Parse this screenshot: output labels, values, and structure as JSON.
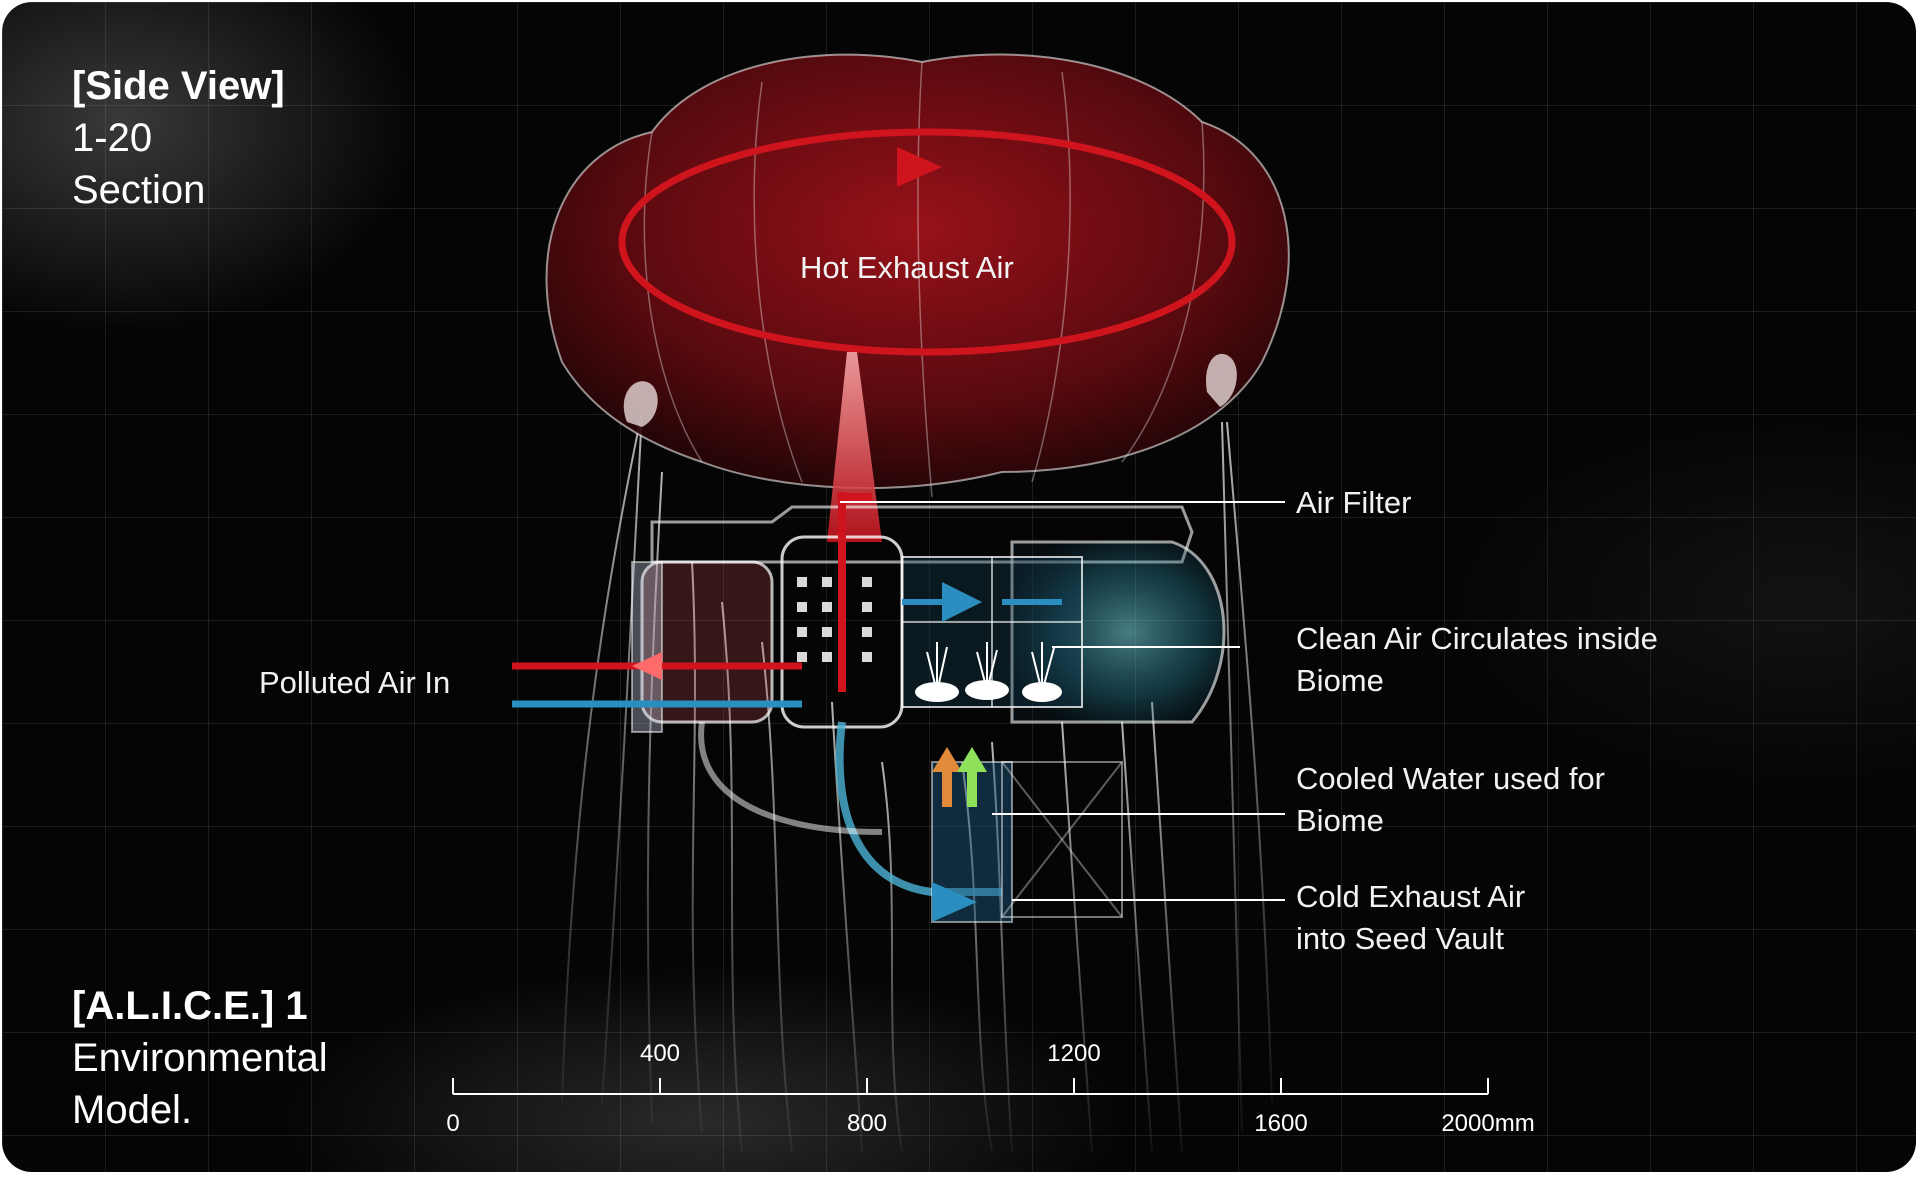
{
  "top_left": {
    "title": "[Side View]",
    "line2": "1-20",
    "line3": "Section"
  },
  "bottom_left": {
    "title": "[A.L.I.C.E.] 1",
    "line2": "Environmental",
    "line3": "Model."
  },
  "labels": {
    "hot_exhaust": "Hot Exhaust Air",
    "air_filter": "Air Filter",
    "clean_air_1": "Clean Air Circulates inside",
    "clean_air_2": "Biome",
    "polluted_air": "Polluted Air In",
    "cooled_water_1": "Cooled Water used for",
    "cooled_water_2": "Biome",
    "cold_exhaust_1": "Cold Exhaust Air",
    "cold_exhaust_2": "into Seed Vault"
  },
  "scale_bar": {
    "upper_ticks": [
      "400",
      "1200"
    ],
    "lower_ticks": [
      "0",
      "800",
      "1600",
      "2000mm"
    ]
  },
  "colors": {
    "hot": "#d0141e",
    "cold": "#2a8fc0",
    "cyan": "#5fd0e0",
    "green": "#8fe05a",
    "orange": "#e08a3a"
  }
}
